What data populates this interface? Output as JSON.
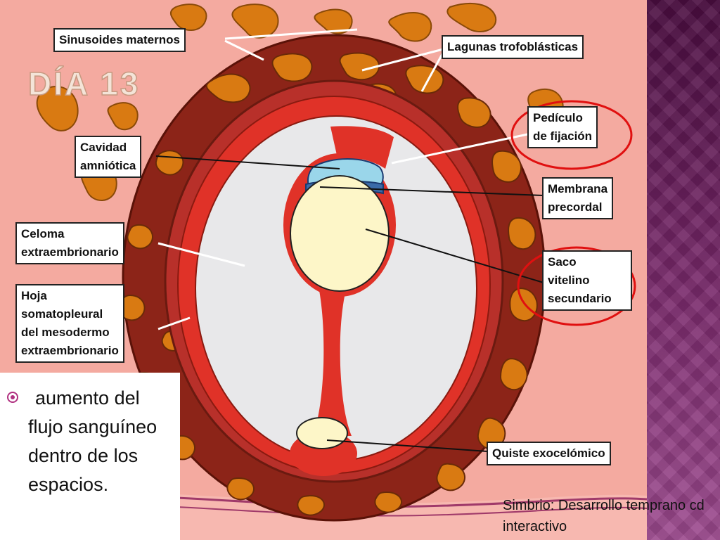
{
  "slide": {
    "title": "DÍA 13",
    "bullet_text": "aumento del flujo sanguíneo dentro de los espacios.",
    "credit": "Simbrio: Desarrollo temprano cd interactivo"
  },
  "labels": {
    "sinusoides": "Sinusoides maternos",
    "lagunas": "Lagunas trofoblásticas",
    "pediculo_1": "Pedículo",
    "pediculo_2": "de fijación",
    "cavidad_1": "Cavidad",
    "cavidad_2": "amniótica",
    "membrana_1": "Membrana",
    "membrana_2": "precordal",
    "celoma_1": "Celoma",
    "celoma_2": "extraembrionario",
    "saco_1": "Saco",
    "saco_2": "vitelino",
    "saco_3": "secundario",
    "hoja_1": "Hoja",
    "hoja_2": "somatopleural",
    "hoja_3": "del mesodermo",
    "hoja_4": "extraembrionario",
    "quiste": "Quiste exocelómico"
  },
  "colors": {
    "background": "#f4aaa0",
    "trophoblast": "#8c2418",
    "lacunae": "#d97a12",
    "mesoderm": "#e03228",
    "coelom": "#e8e8ea",
    "amnion": "#9ad6ea",
    "yolk_sac": "#fdf6c8",
    "highlight_circle": "#e01010",
    "side_band": "#5a1050"
  }
}
